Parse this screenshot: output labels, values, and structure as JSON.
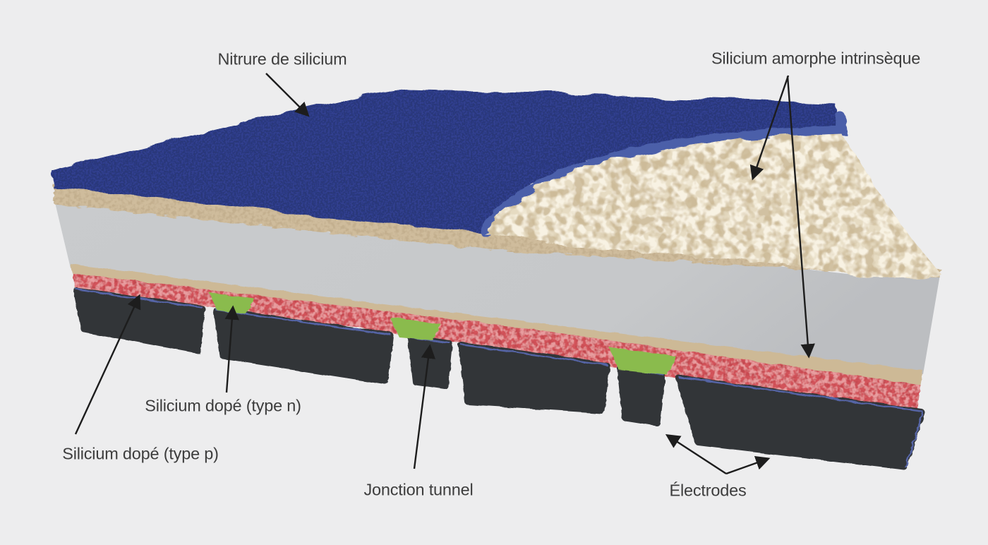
{
  "diagram": {
    "background": "#ededee",
    "labels": {
      "nitride": "Nitrure de silicium",
      "amorphous": "Silicium amorphe intrinsèque",
      "doped_n": "Silicium dopé (type n)",
      "doped_p": "Silicium dopé (type p)",
      "tunnel": "Jonction tunnel",
      "electrodes": "Électrodes"
    },
    "colors": {
      "silicon_nitride_blue": "#31408f",
      "nitride_edge_blue": "#4c5fa9",
      "amorphous_silicon_cream": "#e6dbc2",
      "amorphous_thin_layer_tan": "#cdb996",
      "wafer_gray": "#c8cacc",
      "doped_p_red": "#d2525a",
      "doped_n_green": "#8abb4d",
      "electrode_dark": "#313539",
      "electrode_fringe_blue": "#5b6db9",
      "text": "#3d3d3d",
      "arrow": "#1d1d1d"
    }
  }
}
